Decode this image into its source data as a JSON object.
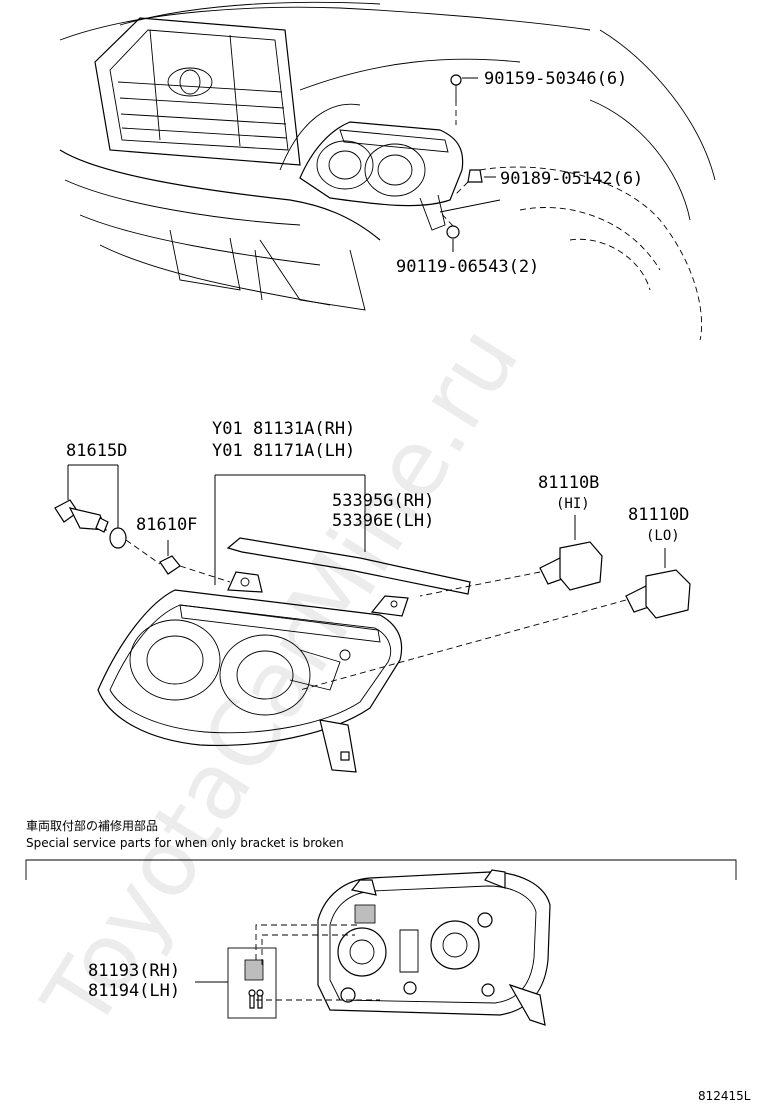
{
  "watermark": "ToyotaCarMine.ru",
  "top_section": {
    "labels": {
      "bolt_upper": "90159-50346(6)",
      "clip": "90189-05142(6)",
      "bolt_lower": "90119-06543(2)"
    }
  },
  "middle_section": {
    "labels": {
      "socket": "81615D",
      "bulb_side": "81610F",
      "headlamp_rh": "Y01 81131A(RH)",
      "headlamp_lh": "Y01 81171A(LH)",
      "moulding_rh": "53395G(RH)",
      "moulding_lh": "53396E(LH)",
      "bulb_hi": "81110B",
      "bulb_hi_sub": "(HI)",
      "bulb_lo": "81110D",
      "bulb_lo_sub": "(LO)"
    }
  },
  "bottom_section": {
    "note_jp": "車両取付部の補修用部品",
    "note_en": "Special service parts for when only bracket is broken",
    "labels": {
      "bracket_rh": "81193(RH)",
      "bracket_lh": "81194(LH)"
    }
  },
  "figure_id": "812415L"
}
